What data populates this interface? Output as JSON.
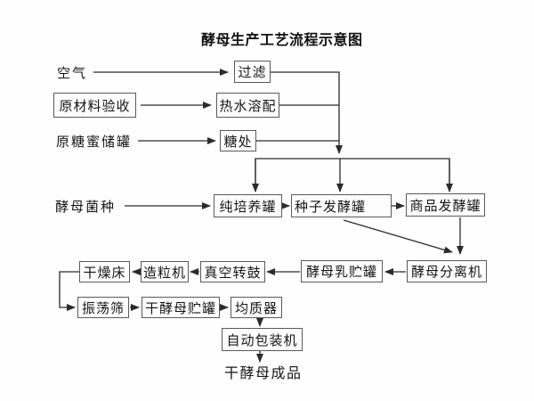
{
  "title": "酵母生产工艺流程示意图",
  "colors": {
    "background": "#fefefe",
    "line": "#2b2b2b",
    "box_border": "#5a5a5a",
    "text": "#161616"
  },
  "nodes": {
    "air": {
      "label": "空气",
      "boxed": false
    },
    "filter": {
      "label": "过滤",
      "boxed": true
    },
    "raw_material_acceptance": {
      "label": "原材料验收",
      "boxed": true
    },
    "hot_water_dissolving": {
      "label": "热水溶配",
      "boxed": true
    },
    "raw_molasses_tank": {
      "label": "原糖蜜储罐",
      "boxed": false
    },
    "sugar_treatment": {
      "label": "糖处",
      "boxed": true
    },
    "yeast_strain": {
      "label": "酵母菌种",
      "boxed": false
    },
    "pure_culture_tank": {
      "label": "纯培养罐",
      "boxed": true
    },
    "seed_fermenter": {
      "label": "种子发酵罐",
      "boxed": true
    },
    "commercial_fermenter": {
      "label": "商品发酵罐",
      "boxed": true
    },
    "yeast_separator": {
      "label": "酵母分离机",
      "boxed": true
    },
    "yeast_cream_tank": {
      "label": "酵母乳贮罐",
      "boxed": true
    },
    "vacuum_drum": {
      "label": "真空转鼓",
      "boxed": true
    },
    "granulator": {
      "label": "造粒机",
      "boxed": true
    },
    "drying_bed": {
      "label": "干燥床",
      "boxed": true
    },
    "vibrating_sieve": {
      "label": "振荡筛",
      "boxed": true
    },
    "dry_yeast_tank": {
      "label": "干酵母贮罐",
      "boxed": true
    },
    "homogenizer": {
      "label": "均质器",
      "boxed": true
    },
    "auto_packing_machine": {
      "label": "自动包装机",
      "boxed": true
    },
    "dry_yeast_product": {
      "label": "干酵母成品",
      "boxed": false
    }
  },
  "edges": [
    {
      "from": "air",
      "to": "filter"
    },
    {
      "from": "raw_material_acceptance",
      "to": "hot_water_dissolving"
    },
    {
      "from": "raw_molasses_tank",
      "to": "sugar_treatment"
    },
    {
      "from": "filter",
      "to": "distribution-junction"
    },
    {
      "from": "hot_water_dissolving",
      "to": "distribution-junction"
    },
    {
      "from": "sugar_treatment",
      "to": "distribution-junction"
    },
    {
      "from": "distribution-junction",
      "to": "pure_culture_tank"
    },
    {
      "from": "distribution-junction",
      "to": "seed_fermenter"
    },
    {
      "from": "distribution-junction",
      "to": "commercial_fermenter"
    },
    {
      "from": "yeast_strain",
      "to": "pure_culture_tank"
    },
    {
      "from": "pure_culture_tank",
      "to": "seed_fermenter"
    },
    {
      "from": "seed_fermenter",
      "to": "commercial_fermenter"
    },
    {
      "from": "seed_fermenter",
      "to": "yeast_separator"
    },
    {
      "from": "commercial_fermenter",
      "to": "yeast_separator"
    },
    {
      "from": "yeast_separator",
      "to": "yeast_cream_tank"
    },
    {
      "from": "yeast_cream_tank",
      "to": "vacuum_drum"
    },
    {
      "from": "vacuum_drum",
      "to": "granulator"
    },
    {
      "from": "granulator",
      "to": "drying_bed"
    },
    {
      "from": "drying_bed",
      "to": "vibrating_sieve"
    },
    {
      "from": "vibrating_sieve",
      "to": "dry_yeast_tank"
    },
    {
      "from": "dry_yeast_tank",
      "to": "homogenizer"
    },
    {
      "from": "homogenizer",
      "to": "auto_packing_machine"
    },
    {
      "from": "auto_packing_machine",
      "to": "dry_yeast_product"
    }
  ]
}
